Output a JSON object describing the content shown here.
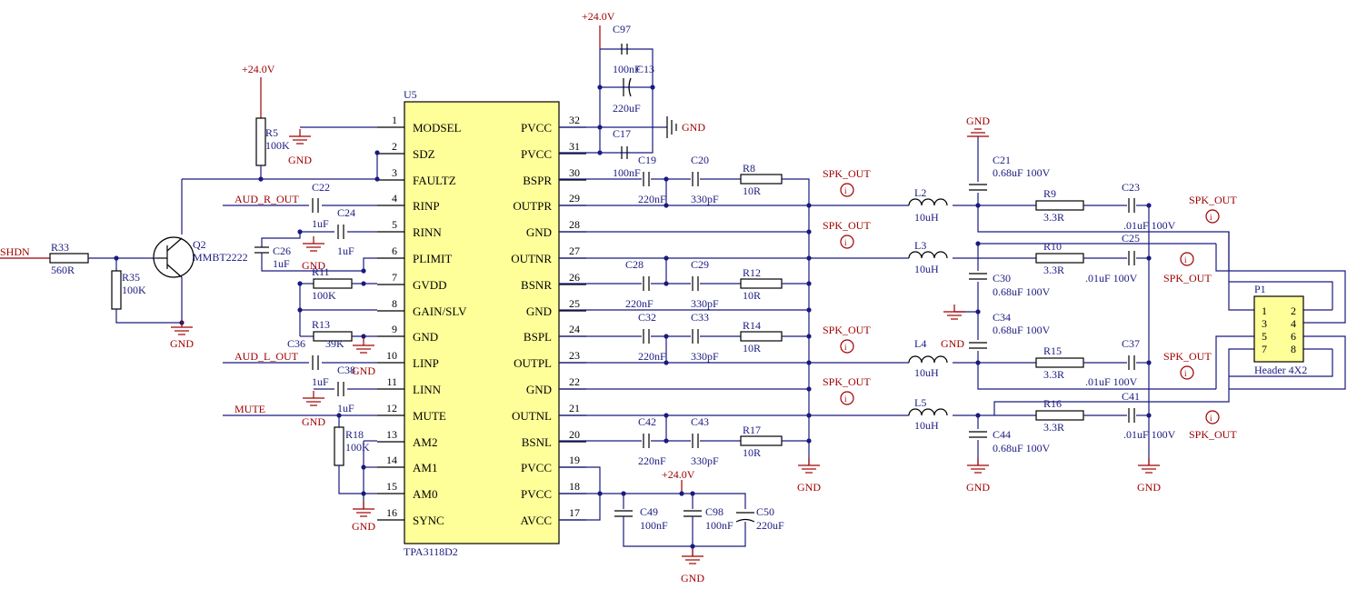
{
  "ic": {
    "designator": "U5",
    "part": "TPA3118D2",
    "left_pins": [
      {
        "num": "1",
        "name": "MODSEL"
      },
      {
        "num": "2",
        "name": "SDZ"
      },
      {
        "num": "3",
        "name": "FAULTZ"
      },
      {
        "num": "4",
        "name": "RINP"
      },
      {
        "num": "5",
        "name": "RINN"
      },
      {
        "num": "6",
        "name": "PLIMIT"
      },
      {
        "num": "7",
        "name": "GVDD"
      },
      {
        "num": "8",
        "name": "GAIN/SLV"
      },
      {
        "num": "9",
        "name": "GND"
      },
      {
        "num": "10",
        "name": "LINP"
      },
      {
        "num": "11",
        "name": "LINN"
      },
      {
        "num": "12",
        "name": "MUTE"
      },
      {
        "num": "13",
        "name": "AM2"
      },
      {
        "num": "14",
        "name": "AM1"
      },
      {
        "num": "15",
        "name": "AM0"
      },
      {
        "num": "16",
        "name": "SYNC"
      }
    ],
    "right_pins": [
      {
        "num": "32",
        "name": "PVCC"
      },
      {
        "num": "31",
        "name": "PVCC"
      },
      {
        "num": "30",
        "name": "BSPR"
      },
      {
        "num": "29",
        "name": "OUTPR"
      },
      {
        "num": "28",
        "name": "GND"
      },
      {
        "num": "27",
        "name": "OUTNR"
      },
      {
        "num": "26",
        "name": "BSNR"
      },
      {
        "num": "25",
        "name": "GND"
      },
      {
        "num": "24",
        "name": "BSPL"
      },
      {
        "num": "23",
        "name": "OUTPL"
      },
      {
        "num": "22",
        "name": "GND"
      },
      {
        "num": "21",
        "name": "OUTNL"
      },
      {
        "num": "20",
        "name": "BSNL"
      },
      {
        "num": "19",
        "name": "PVCC"
      },
      {
        "num": "18",
        "name": "PVCC"
      },
      {
        "num": "17",
        "name": "AVCC"
      }
    ]
  },
  "power": {
    "vcc": "+24.0V",
    "gnd": "GND"
  },
  "nets": {
    "shdn": "SHDN",
    "aud_r": "AUD_R_OUT",
    "aud_l": "AUD_L_OUT",
    "mute": "MUTE",
    "spk_out": "SPK_OUT"
  },
  "parts": {
    "R5": {
      "des": "R5",
      "val": "100K"
    },
    "R33": {
      "des": "R33",
      "val": "560R"
    },
    "R35": {
      "des": "R35",
      "val": "100K"
    },
    "Q2": {
      "des": "Q2",
      "val": "MMBT2222"
    },
    "C22": {
      "des": "C22",
      "val": "1uF"
    },
    "C24": {
      "des": "C24",
      "val": "1uF"
    },
    "C26": {
      "des": "C26",
      "val": "1uF"
    },
    "R11": {
      "des": "R11",
      "val": "100K"
    },
    "R13": {
      "des": "R13",
      "val": "39K"
    },
    "C36": {
      "des": "C36",
      "val": "1uF"
    },
    "C38": {
      "des": "C38",
      "val": "1uF"
    },
    "R18": {
      "des": "R18",
      "val": "100K"
    },
    "C97": {
      "des": "C97",
      "val": "100nF"
    },
    "C13": {
      "des": "C13",
      "val": "220uF"
    },
    "C17": {
      "des": "C17",
      "val": "100nF"
    },
    "C19": {
      "des": "C19",
      "val": "220nF"
    },
    "C20": {
      "des": "C20",
      "val": "330pF"
    },
    "R8": {
      "des": "R8",
      "val": "10R"
    },
    "C28": {
      "des": "C28",
      "val": "220nF"
    },
    "C29": {
      "des": "C29",
      "val": "330pF"
    },
    "R12": {
      "des": "R12",
      "val": "10R"
    },
    "C32": {
      "des": "C32",
      "val": "220nF"
    },
    "C33": {
      "des": "C33",
      "val": "330pF"
    },
    "R14": {
      "des": "R14",
      "val": "10R"
    },
    "C42": {
      "des": "C42",
      "val": "220nF"
    },
    "C43": {
      "des": "C43",
      "val": "330pF"
    },
    "R17": {
      "des": "R17",
      "val": "10R"
    },
    "C49": {
      "des": "C49",
      "val": "100nF"
    },
    "C98": {
      "des": "C98",
      "val": "100nF"
    },
    "C50": {
      "des": "C50",
      "val": "220uF"
    },
    "L2": {
      "des": "L2",
      "val": "10uH"
    },
    "L3": {
      "des": "L3",
      "val": "10uH"
    },
    "L4": {
      "des": "L4",
      "val": "10uH"
    },
    "L5": {
      "des": "L5",
      "val": "10uH"
    },
    "C21": {
      "des": "C21",
      "val": "0.68uF 100V"
    },
    "C30": {
      "des": "C30",
      "val": "0.68uF 100V"
    },
    "C34": {
      "des": "C34",
      "val": "0.68uF 100V"
    },
    "C44": {
      "des": "C44",
      "val": "0.68uF 100V"
    },
    "R9": {
      "des": "R9",
      "val": "3.3R"
    },
    "R10": {
      "des": "R10",
      "val": "3.3R"
    },
    "R15": {
      "des": "R15",
      "val": "3.3R"
    },
    "R16": {
      "des": "R16",
      "val": "3.3R"
    },
    "C23": {
      "des": "C23",
      "val": ".01uF 100V"
    },
    "C25": {
      "des": "C25",
      "val": ".01uF 100V"
    },
    "C37": {
      "des": "C37",
      "val": ".01uF 100V"
    },
    "C41": {
      "des": "C41",
      "val": ".01uF 100V"
    },
    "P1": {
      "des": "P1",
      "val": "Header 4X2"
    }
  },
  "header_pins": [
    "1",
    "2",
    "3",
    "4",
    "5",
    "6",
    "7",
    "8"
  ],
  "colors": {
    "ic_fill": "#ffff99",
    "wire": "#1a1a80",
    "power": "#a00000"
  }
}
